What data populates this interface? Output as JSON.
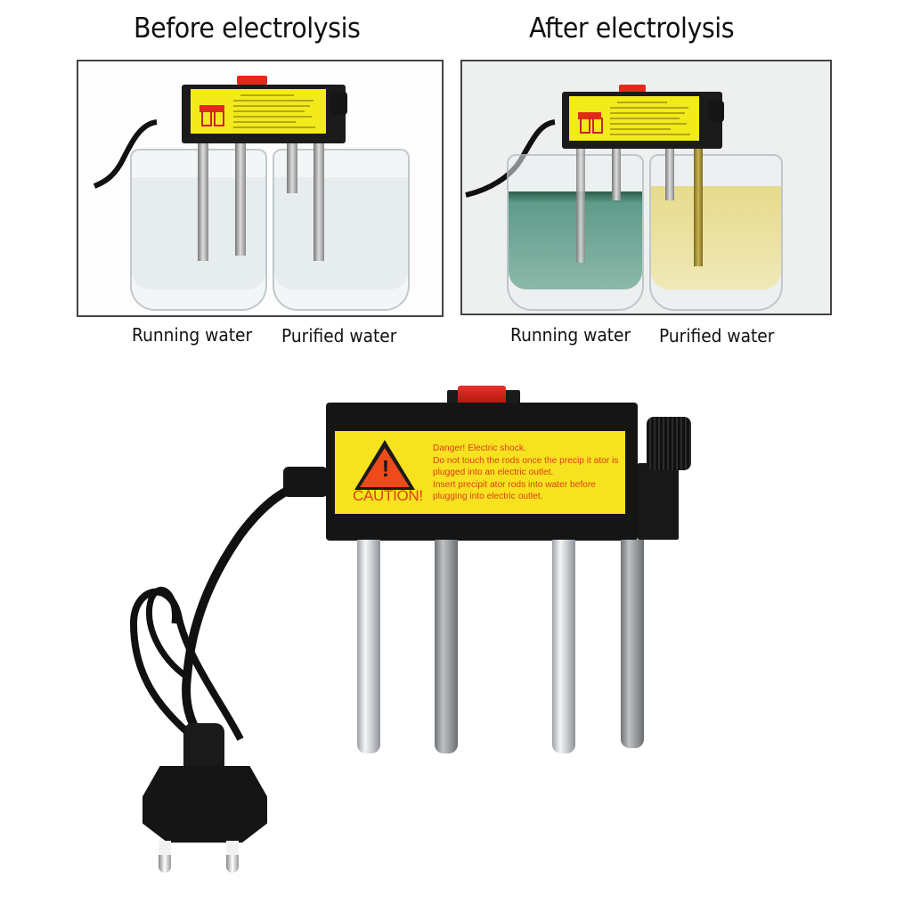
{
  "headings": {
    "before": "Before electrolysis",
    "after": "After electrolysis"
  },
  "captions": {
    "before": [
      "Running water",
      "Purified water"
    ],
    "after": [
      "Running water",
      "Purified water"
    ]
  },
  "product": {
    "caution_title": "CAUTION!",
    "warning_lines": [
      "Danger! Electric shock.",
      "Do not touch the rods once the precip it ator is",
      "plugged into an electric outlet.",
      "Insert precipit ator rods into water before",
      "plugging into electric outlet."
    ],
    "rod_count": 4
  },
  "colors": {
    "label_yellow": "#f6e21f",
    "warning_text": "#e0401a",
    "switch_red": "#e32a1a",
    "body_black": "#151515",
    "after_running_water": "#5f9c8a",
    "after_purified_water": "#e8dc92"
  }
}
